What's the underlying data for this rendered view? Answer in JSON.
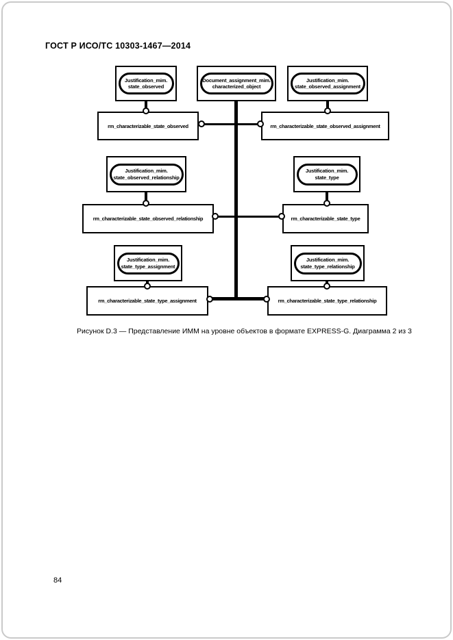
{
  "document": {
    "header": "ГОСТ Р ИСО/ТС 10303-1467—2014",
    "page_number": "84",
    "figure_caption": "Рисунок D.3 — Представление ИММ на уровне объектов в формате EXPRESS-G. Диаграмма 2 из 3"
  },
  "diagram": {
    "type": "express-g",
    "interschema_references": {
      "state_observed": {
        "schema": "Justification_mim.",
        "entity": "state_observed"
      },
      "characterized_object": {
        "schema": "Document_assignment_mim.",
        "entity": "characterized_object"
      },
      "state_observed_assignment": {
        "schema": "Justification_mim.",
        "entity": "state_observed_assignment"
      },
      "state_observed_relationship": {
        "schema": "Justification_mim.",
        "entity": "state_observed_relationship"
      },
      "state_type": {
        "schema": "Justification_mim.",
        "entity": "state_type"
      },
      "state_type_assignment": {
        "schema": "Justification_mim.",
        "entity": "state_type_assignment"
      },
      "state_type_relationship": {
        "schema": "Justification_mim.",
        "entity": "state_type_relationship"
      }
    },
    "entities": {
      "characterizable_state_observed": "rm_characterizable_state_observed",
      "characterizable_state_observed_assignment": "rm_characterizable_state_observed_assignment",
      "characterizable_state_observed_relationship": "rm_characterizable_state_observed_relationship",
      "characterizable_state_type": "rm_characterizable_state_type",
      "characterizable_state_type_assignment": "rm_characterizable_state_type_assignment",
      "characterizable_state_type_relationship": "rm_characterizable_state_type_relationship"
    }
  }
}
